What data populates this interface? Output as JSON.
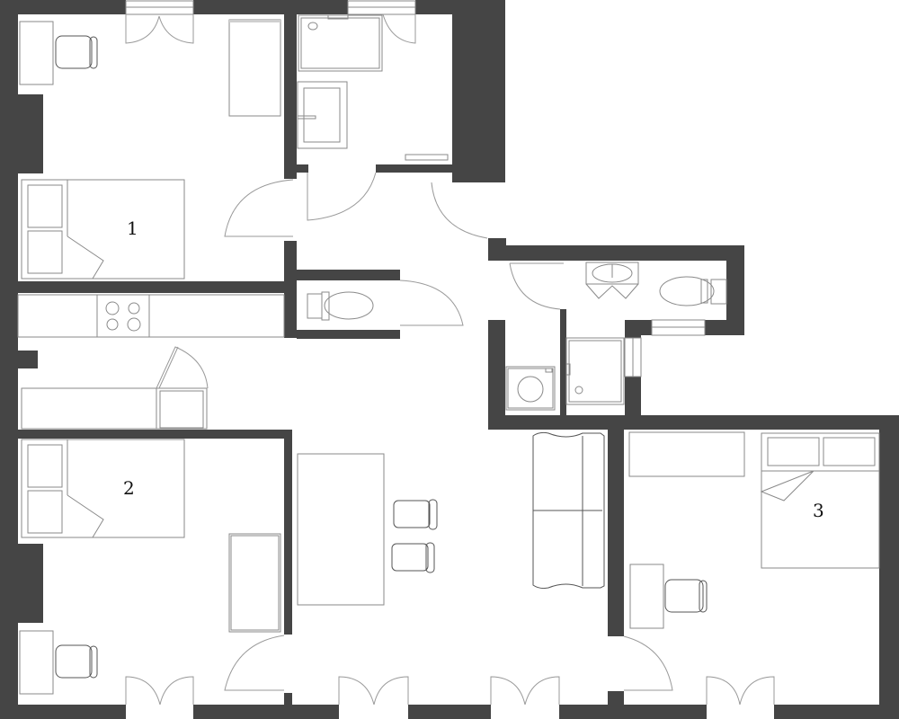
{
  "plan": {
    "type": "apartment floor plan",
    "colors": {
      "wall": "#454545",
      "line": "#8a8a8a",
      "background": "#ffffff"
    },
    "rooms": [
      {
        "id": "bedroom-1",
        "label": "1"
      },
      {
        "id": "bedroom-2",
        "label": "2"
      },
      {
        "id": "bedroom-3",
        "label": "3"
      },
      {
        "id": "bathroom-main"
      },
      {
        "id": "wc-small"
      },
      {
        "id": "bathroom-second"
      },
      {
        "id": "laundry"
      },
      {
        "id": "kitchen"
      },
      {
        "id": "living-dining"
      }
    ],
    "labels": {
      "room1": "1",
      "room2": "2",
      "room3": "3"
    }
  }
}
